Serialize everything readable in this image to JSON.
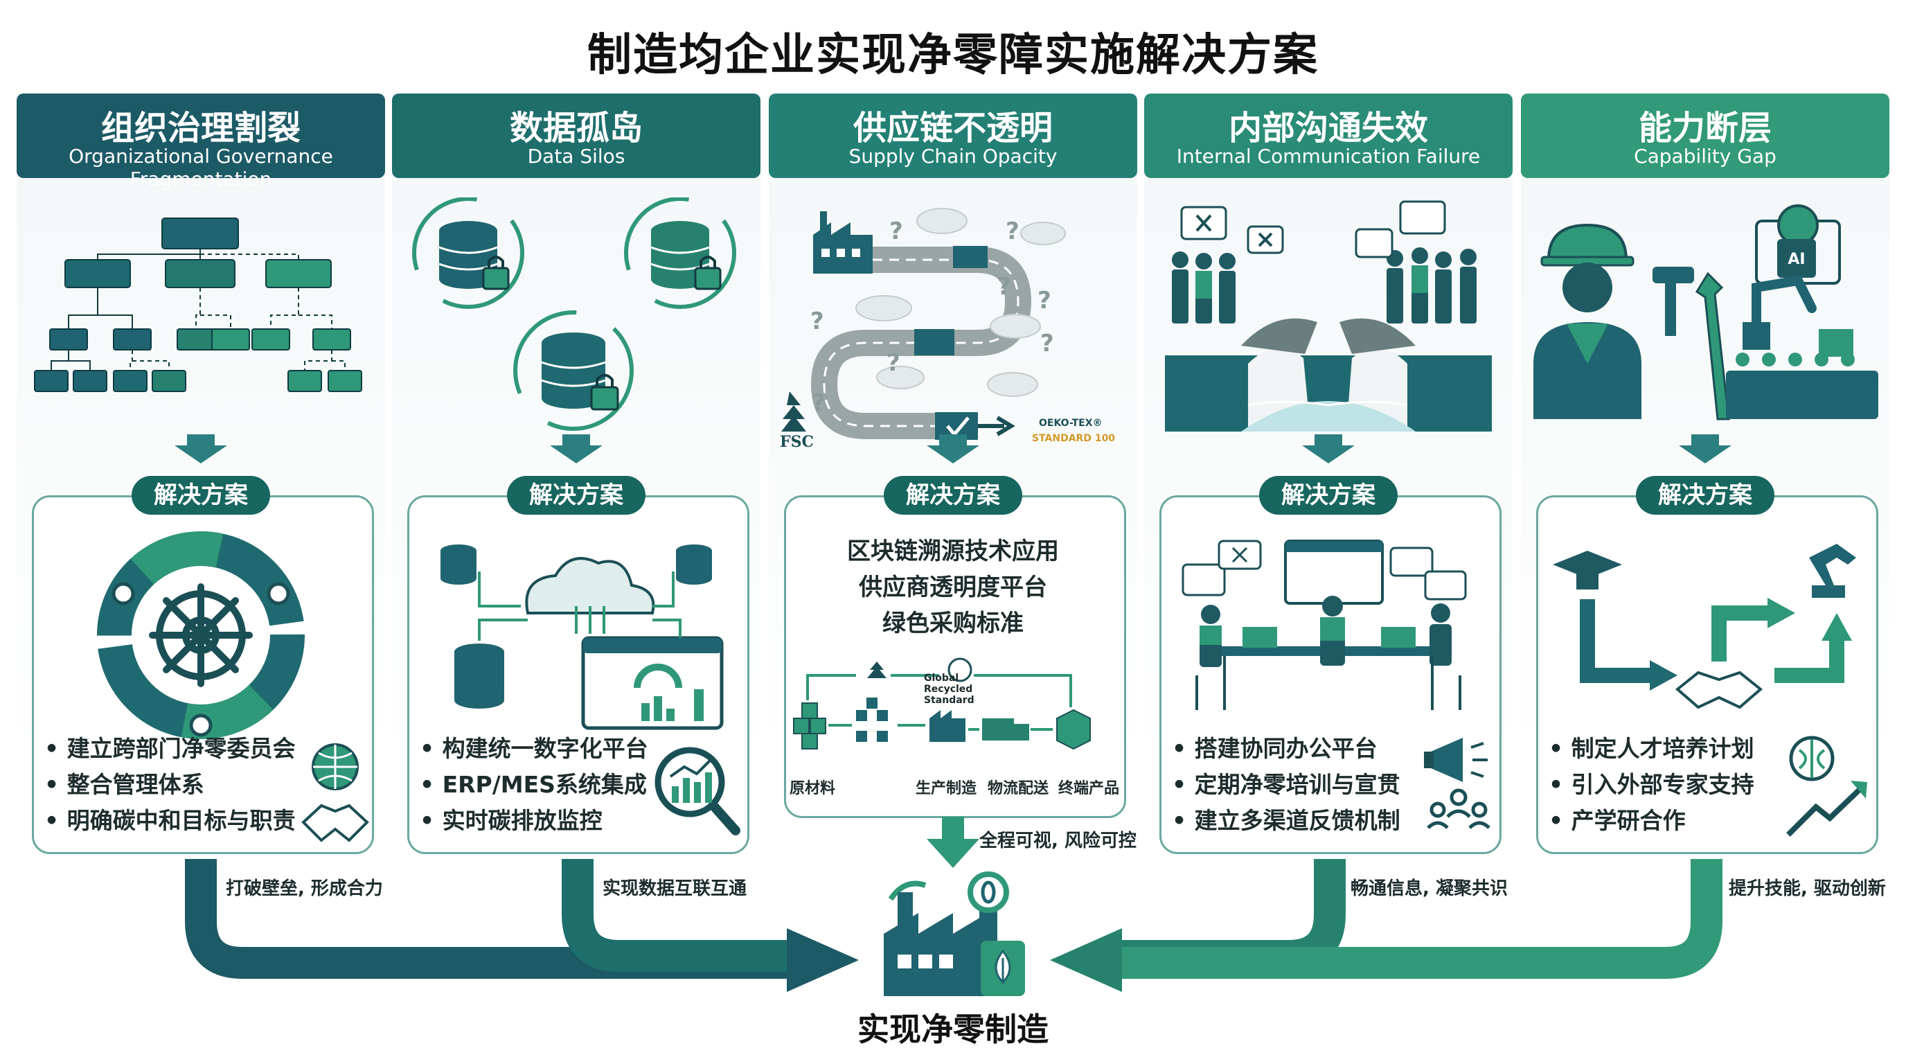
{
  "title": "制造均企业实现净零障实施解决方案",
  "pill_label": "解决方案",
  "goal": "实现净零制造",
  "columns": [
    {
      "title_zh": "组织治理割裂",
      "title_en": "Organizational Governance Fragmentation",
      "color": "#1c5a66",
      "solutions": [
        "建立跨部门净零委员会",
        "整合管理体系",
        "明确碳中和目标与职责"
      ],
      "outcome": "打破壁垒, 形成合力"
    },
    {
      "title_zh": "数据孤岛",
      "title_en": "Data Silos",
      "color": "#1e6e6c",
      "solutions": [
        "构建统一数字化平台",
        "ERP/MES系统集成",
        "实时碳排放监控"
      ],
      "outcome": "实现数据互联互通"
    },
    {
      "title_zh": "供应链不透明",
      "title_en": "Supply Chain Opacity",
      "color": "#248075",
      "solutions": [
        "区块链溯源技术应用",
        "供应商透明度平台",
        "绿色采购标准"
      ],
      "outcome": "全程可视, 风险可控",
      "flow_steps": [
        "原材料",
        "生产制造",
        "物流配送",
        "终端产品"
      ],
      "standards": [
        "FSC",
        "OEKO-TEX®",
        "STANDARD 100",
        "Global Recycled Standard"
      ]
    },
    {
      "title_zh": "内部沟通失效",
      "title_en": "Internal Communication Failure",
      "color": "#2a8c76",
      "solutions": [
        "搭建协同办公平台",
        "定期净零培训与宣贯",
        "建立多渠道反馈机制"
      ],
      "outcome": "畅通信息, 凝聚共识"
    },
    {
      "title_zh": "能力断层",
      "title_en": "Capability Gap",
      "color": "#329a78",
      "solutions": [
        "制定人才培养计划",
        "引入外部专家支持",
        "产学研合作"
      ],
      "outcome": "提升技能, 驱动创新",
      "ai_label": "AI"
    }
  ]
}
